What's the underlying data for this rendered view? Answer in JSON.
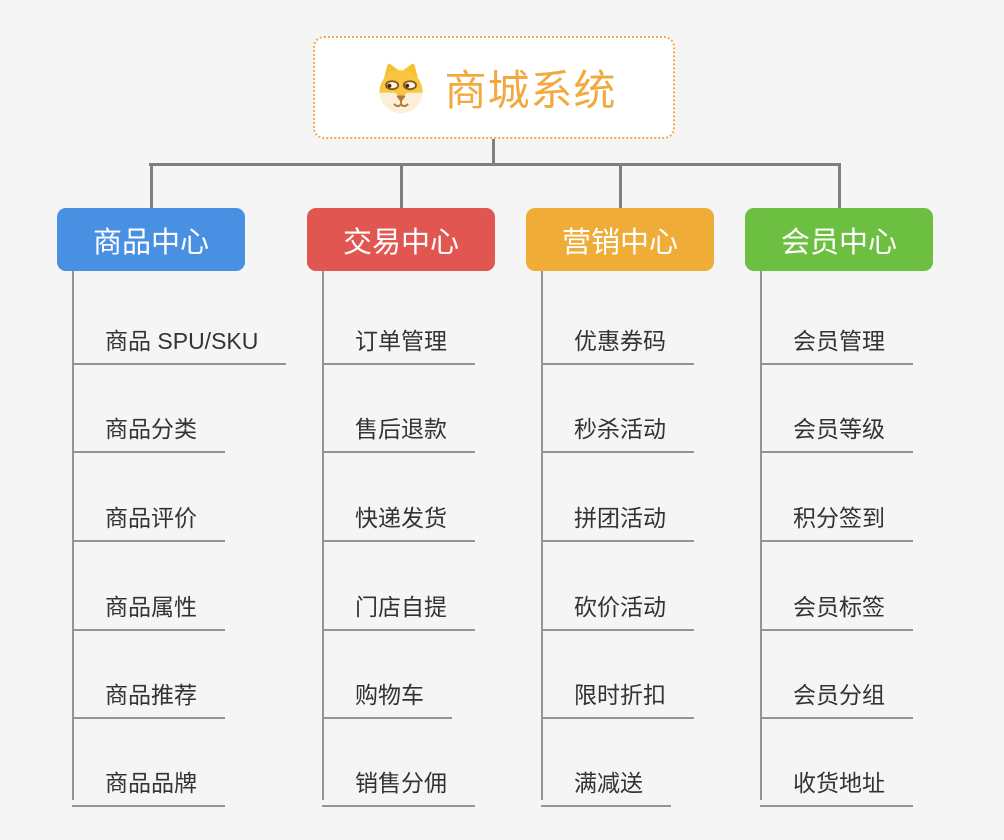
{
  "root": {
    "label": "商城系统",
    "icon": "dog-face-icon"
  },
  "branches": [
    {
      "name": "product-center",
      "label": "商品中心",
      "color": "#4A90E2",
      "items": [
        "商品 SPU/SKU",
        "商品分类",
        "商品评价",
        "商品属性",
        "商品推荐",
        "商品品牌"
      ]
    },
    {
      "name": "trade-center",
      "label": "交易中心",
      "color": "#E25652",
      "items": [
        "订单管理",
        "售后退款",
        "快递发货",
        "门店自提",
        "购物车",
        "销售分佣"
      ]
    },
    {
      "name": "marketing-center",
      "label": "营销中心",
      "color": "#EFAD37",
      "items": [
        "优惠券码",
        "秒杀活动",
        "拼团活动",
        "砍价活动",
        "限时折扣",
        "满减送"
      ]
    },
    {
      "name": "member-center",
      "label": "会员中心",
      "color": "#6CBF40",
      "items": [
        "会员管理",
        "会员等级",
        "积分签到",
        "会员标签",
        "会员分组",
        "收货地址"
      ]
    }
  ],
  "colors": {
    "background": "#F5F5F5",
    "connector": "#7F7F7F",
    "branch_line": "#949494",
    "root_text": "#F2A93F",
    "root_border": "#F0AB4A",
    "item_text": "#333333"
  }
}
